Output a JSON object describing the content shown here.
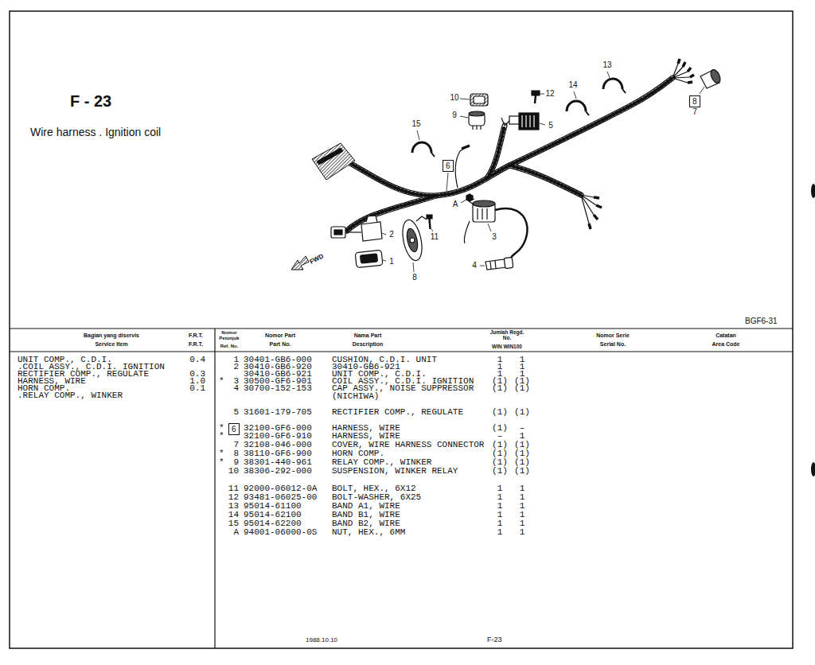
{
  "diagram": {
    "title": "F - 23",
    "caption": "Wire harness . Ignition coil",
    "nodes": [
      {
        "text": [
          "6"
        ]
      },
      {
        "text": [
          "8"
        ]
      },
      {
        "text": [
          "6"
        ]
      }
    ],
    "labels": [
      "BGF6-31",
      "13",
      "14",
      "12",
      "10",
      "9",
      "5",
      "15",
      "A",
      "2",
      "11",
      "3",
      "1",
      "8",
      "4",
      "7",
      "FWD",
      "Bagian yang diservis",
      "Service Item",
      "F.R.T.",
      "F.R.T.",
      "Nomor Petunjuk",
      "Ref. No.",
      "Nomor Part",
      "Part No.",
      "Nama Part",
      "Description",
      "Jumlah Regd. No.",
      "WIN WIN100",
      "Nomor Serie",
      "Serial No.",
      "Catatan",
      "Area Code",
      "UNIT COMP., C.D.I.",
      "0.4",
      ".COIL ASSY., C.D.I. IGNITION",
      "RECTIFIER COMP., REGULATE",
      "0.3",
      "HARNESS, WIRE",
      "1.0",
      "HORN COMP.",
      "0.1",
      ".RELAY COMP., WINKER",
      "1",
      "30401-GB6-000",
      "CUSHION, C.D.I. UNIT",
      "1",
      "1",
      "2",
      "30410-GB6-920",
      "30410-GB6-921",
      "1",
      "1",
      "30410-GB6-921",
      "UNIT COMP., C.D.I.",
      "1",
      "1",
      "*",
      "3",
      "30500-GF6-901",
      "COIL ASSY., C.D.I. IGNITION",
      "(1)",
      "(1)",
      "4",
      "30700-152-153",
      "CAP ASSY., NOISE SUPPRESSOR (NICHIWA)",
      "(1)",
      "(1)",
      "5",
      "31601-179-705",
      "RECTIFIER COMP., REGULATE",
      "(1)",
      "(1)",
      "*",
      "32100-GF6-000",
      "HARNESS, WIRE",
      "(1)",
      "–",
      "*",
      "32100-GF6-910",
      "HARNESS, WIRE",
      "–",
      "1",
      "7",
      "32108-046-000",
      "COVER, WIRE HARNESS CONNECTOR",
      "(1)",
      "(1)",
      "*",
      "8",
      "38110-GF6-900",
      "HORN COMP.",
      "(1)",
      "(1)",
      "*",
      "9",
      "38301-440-961",
      "RELAY COMP., WINKER",
      "(1)",
      "(1)",
      "10",
      "38306-292-000",
      "SUSPENSION, WINKER RELAY",
      "(1)",
      "(1)",
      "11",
      "92000-06012-0A",
      "BOLT, HEX., 6X12",
      "1",
      "1",
      "12",
      "93481-06025-00",
      "BOLT-WASHER, 6X25",
      "1",
      "1",
      "13",
      "95014-61100",
      "BAND A1, WIRE",
      "1",
      "1",
      "14",
      "95014-62100",
      "BAND B1, WIRE",
      "1",
      "1",
      "15",
      "95014-62200",
      "BAND B2, WIRE",
      "1",
      "1",
      "A",
      "94001-06000-0S",
      "NUT, HEX., 6MM",
      "1",
      "1",
      "1988.10.10",
      "F-23"
    ]
  }
}
